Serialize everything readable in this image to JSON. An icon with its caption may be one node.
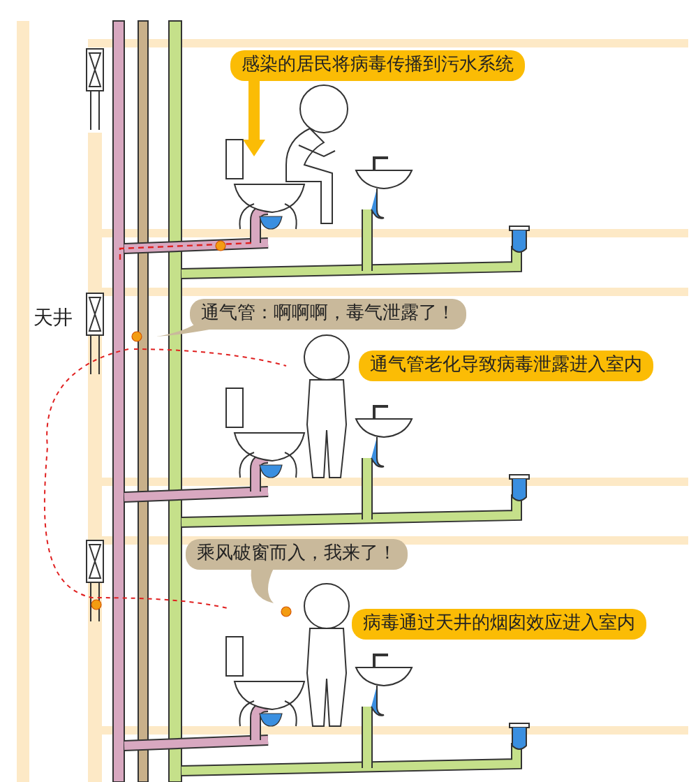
{
  "diagram": {
    "nodes": [
      {
        "text": [
          "感染的居民将病毒传播到污水系统"
        ]
      },
      {
        "text": [
          "通气管：啊啊啊，毒气泄露了！"
        ]
      },
      {
        "text": [
          "通气管老化导致病毒泄露进入室内"
        ]
      },
      {
        "text": [
          "乘风破窗而入，我来了！"
        ]
      },
      {
        "text": [
          "病毒通过天井的烟囱效应进入室内"
        ]
      }
    ],
    "labels": [
      "天井"
    ]
  }
}
